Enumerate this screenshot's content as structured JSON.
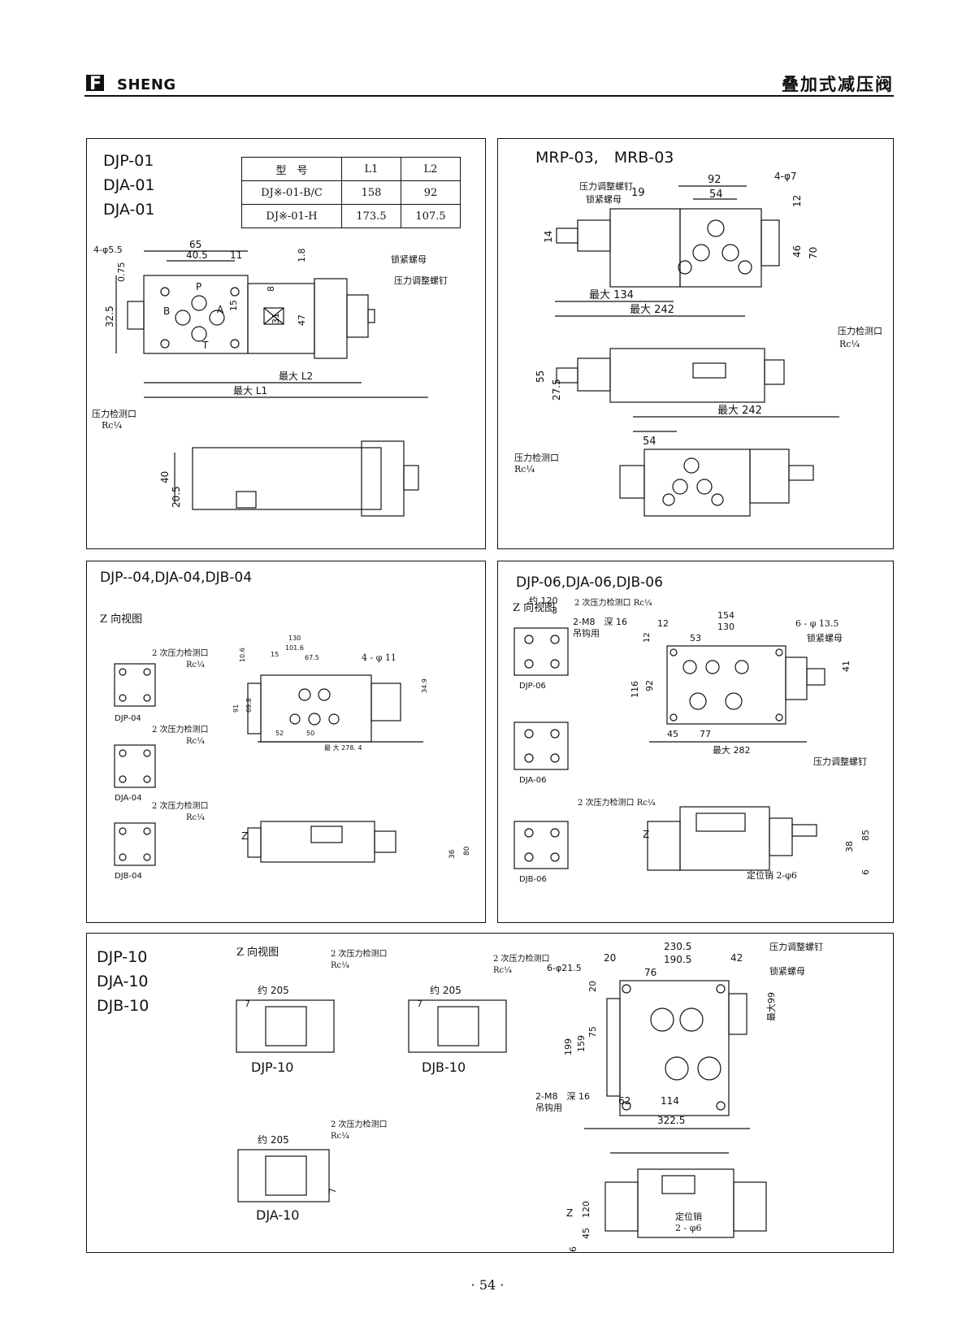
{
  "header": {
    "brand": "SHENG",
    "brand_f": "F",
    "title": "叠加式减压阀"
  },
  "panel1": {
    "models": [
      "DJP-01",
      "DJA-01",
      "DJA-01"
    ],
    "table": {
      "headers": [
        "型　号",
        "L1",
        "L2"
      ],
      "rows": [
        [
          "DJ※-01-B/C",
          "158",
          "92"
        ],
        [
          "DJ※-01-H",
          "173.5",
          "107.5"
        ]
      ]
    },
    "dims": [
      "65",
      "40.5",
      "11",
      "4-φ5.5",
      "0.75",
      "32.5",
      "15",
      "8",
      "1.8",
      "31",
      "47",
      "最大 L2",
      "最大 L1",
      "40",
      "20.5"
    ],
    "labels": {
      "lock_nut": "锁紧螺母",
      "adjust_screw": "压力调整螺钉",
      "check_port": "压力检测口",
      "rc": "Rc¼",
      "P": "P",
      "A": "A",
      "B": "B",
      "T": "T"
    }
  },
  "panel2": {
    "models": "MRP-03,　MRB-03",
    "dims": [
      "92",
      "4-φ7",
      "19",
      "54",
      "12",
      "14",
      "46",
      "70",
      "最大 134",
      "最大 242",
      "55",
      "27.5",
      "最大 242",
      "54"
    ],
    "labels": {
      "adjust_screw": "压力调整螺钉",
      "lock_nut": "锁紧螺母",
      "check_port": "压力检测口",
      "rc": "Rc¼"
    }
  },
  "panel3": {
    "models": "DJP--04,DJA-04,DJB-04",
    "zview": "Z 向视图",
    "views": [
      "DJP-04",
      "DJA-04",
      "DJB-04"
    ],
    "check2": "2 次压力检测口",
    "rc": "Rc¼",
    "dims": [
      "130",
      "101.6",
      "15",
      "67.5",
      "4 - φ 11",
      "10.6",
      "91",
      "69.8",
      "34.9",
      "52",
      "50",
      "最 大 278. 4",
      "36",
      "80",
      "Z"
    ]
  },
  "panel4": {
    "models": "DJP-06,DJA-06,DJB-06",
    "zview": "Z 向视图",
    "views": [
      "DJP-06",
      "DJA-06",
      "DJB-06"
    ],
    "check2": "2 次压力检测口 Rc¼",
    "dims": [
      "约 120",
      "3",
      "2-M8　深 16",
      "吊钩用",
      "154",
      "130",
      "12",
      "6 - φ 13.5",
      "53",
      "12",
      "116",
      "92",
      "41",
      "45",
      "77",
      "最大 282",
      "85",
      "38",
      "6",
      "Z"
    ],
    "labels": {
      "lock_nut": "锁紧螺母",
      "adjust_screw": "压力调整螺钉",
      "pin": "定位销 2-φ6"
    }
  },
  "panel5": {
    "models": [
      "DJP-10",
      "DJA-10",
      "DJB-10"
    ],
    "zview": "Z 向视图",
    "views": [
      "DJP-10",
      "DJB-10",
      "DJA-10"
    ],
    "check2": "2 次压力检测口",
    "rc": "Rc¼",
    "dims": [
      "约 205",
      "7",
      "230.5",
      "20",
      "190.5",
      "42",
      "6-φ21.5",
      "76",
      "20",
      "75",
      "199",
      "159",
      "最大99",
      "2-M8　深 16",
      "吊钩用",
      "62",
      "114",
      "322.5",
      "120",
      "45",
      "6",
      "Z"
    ],
    "labels": {
      "adjust_screw": "压力调整螺钉",
      "lock_nut": "锁紧螺母",
      "pin": "定位销",
      "pin_spec": "2 - φ6"
    }
  },
  "footer": {
    "page": "· 54 ·"
  }
}
